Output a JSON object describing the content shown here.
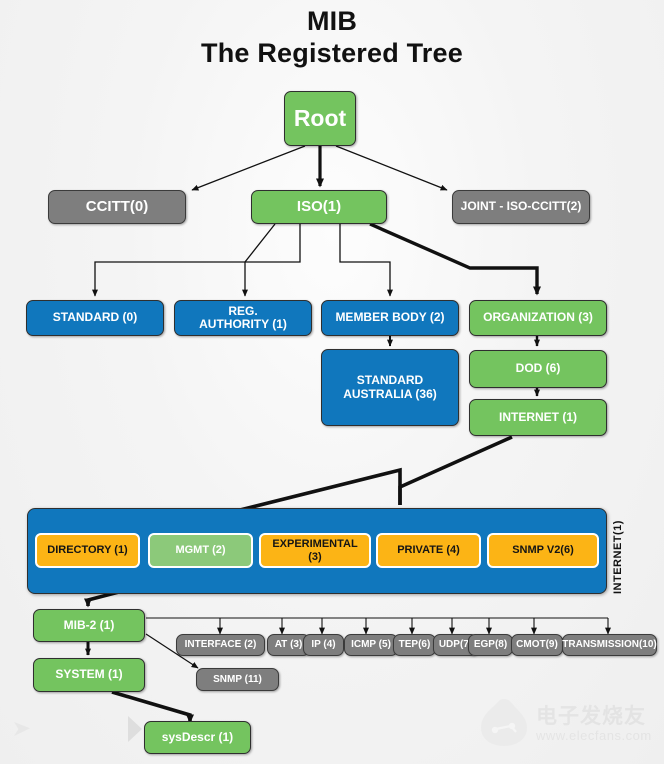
{
  "title": {
    "line1": "MIB",
    "line2": "The Registered Tree"
  },
  "nodes": {
    "root": "Root",
    "ccitt": "CCITT(0)",
    "iso": "ISO(1)",
    "joint": "JOINT - ISO-CCITT(2)",
    "standard": "STANDARD (0)",
    "reg_authority": "REG.\nAUTHORITY (1)",
    "member_body": "MEMBER BODY (2)",
    "organization": "ORGANIZATION (3)",
    "standard_australia": "STANDARD\nAUSTRALIA (36)",
    "dod": "DOD (6)",
    "internet": "INTERNET (1)",
    "mib2": "MIB-2 (1)",
    "system": "SYSTEM (1)",
    "sysdescr": "sysDescr (1)",
    "snmp11": "SNMP (11)"
  },
  "internet_panel": {
    "side_label": "INTERNET(1)",
    "cells": [
      {
        "label": "DIRECTORY (1)",
        "color": "orange"
      },
      {
        "label": "MGMT (2)",
        "color": "green"
      },
      {
        "label": "EXPERIMENTAL (3)",
        "color": "orange"
      },
      {
        "label": "PRIVATE (4)",
        "color": "orange"
      },
      {
        "label": "SNMP V2(6)",
        "color": "orange"
      }
    ]
  },
  "mib2_children": [
    "INTERFACE (2)",
    "AT (3)",
    "IP (4)",
    "ICMP (5)",
    "TEP(6)",
    "UDP(7)",
    "EGP(8)",
    "CMOT(9)",
    "TRANSMISSION(10)"
  ],
  "watermark": {
    "text": "电子发烧友",
    "url": "www.elecfans.com"
  },
  "colors": {
    "green": "#74c45f",
    "blue": "#1077bd",
    "gray": "#7e7e7e",
    "orange": "#fcb415",
    "background": "#f1f1f1"
  }
}
